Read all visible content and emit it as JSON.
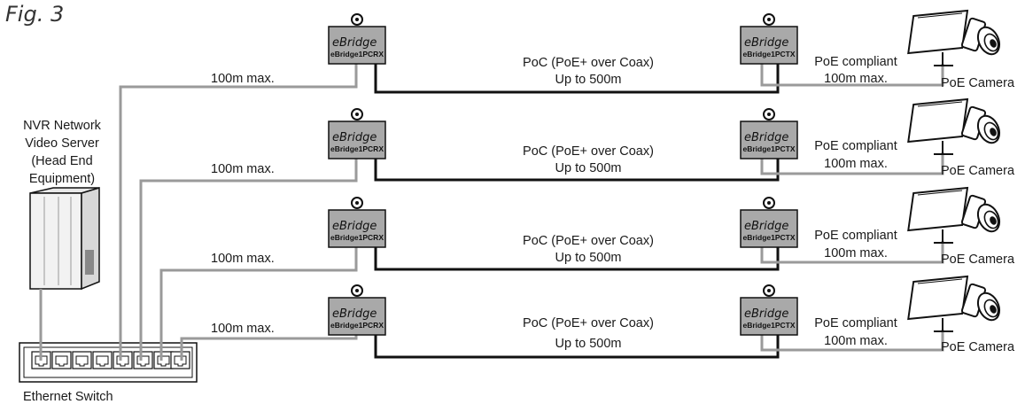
{
  "figure_label": "Fig. 3",
  "head_end": {
    "lines": [
      "NVR Network",
      "Video Server",
      "(Head End",
      "Equipment)"
    ]
  },
  "switch_label": "Ethernet Switch",
  "rows": [
    {
      "left_cable": "100m max.",
      "receiver_brand": "eBridge",
      "receiver_model": "eBridge1PCRX",
      "coax_line1": "PoC (PoE+ over Coax)",
      "coax_line2": "Up to 500m",
      "transmitter_brand": "eBridge",
      "transmitter_model": "eBridge1PCTX",
      "poe_line1": "PoE compliant",
      "poe_line2": "100m max.",
      "camera_label": "PoE Camera"
    },
    {
      "left_cable": "100m max.",
      "receiver_brand": "eBridge",
      "receiver_model": "eBridge1PCRX",
      "coax_line1": "PoC (PoE+ over Coax)",
      "coax_line2": "Up to 500m",
      "transmitter_brand": "eBridge",
      "transmitter_model": "eBridge1PCTX",
      "poe_line1": "PoE compliant",
      "poe_line2": "100m max.",
      "camera_label": "PoE Camera"
    },
    {
      "left_cable": "100m max.",
      "receiver_brand": "eBridge",
      "receiver_model": "eBridge1PCRX",
      "coax_line1": "PoC (PoE+ over Coax)",
      "coax_line2": "Up to 500m",
      "transmitter_brand": "eBridge",
      "transmitter_model": "eBridge1PCTX",
      "poe_line1": "PoE compliant",
      "poe_line2": "100m max.",
      "camera_label": "PoE Camera"
    },
    {
      "left_cable": "100m max.",
      "receiver_brand": "eBridge",
      "receiver_model": "eBridge1PCRX",
      "coax_line1": "PoC (PoE+ over Coax)",
      "coax_line2": "Up to 500m",
      "transmitter_brand": "eBridge",
      "transmitter_model": "eBridge1PCTX",
      "poe_line1": "PoE compliant",
      "poe_line2": "100m max.",
      "camera_label": "PoE Camera"
    }
  ]
}
